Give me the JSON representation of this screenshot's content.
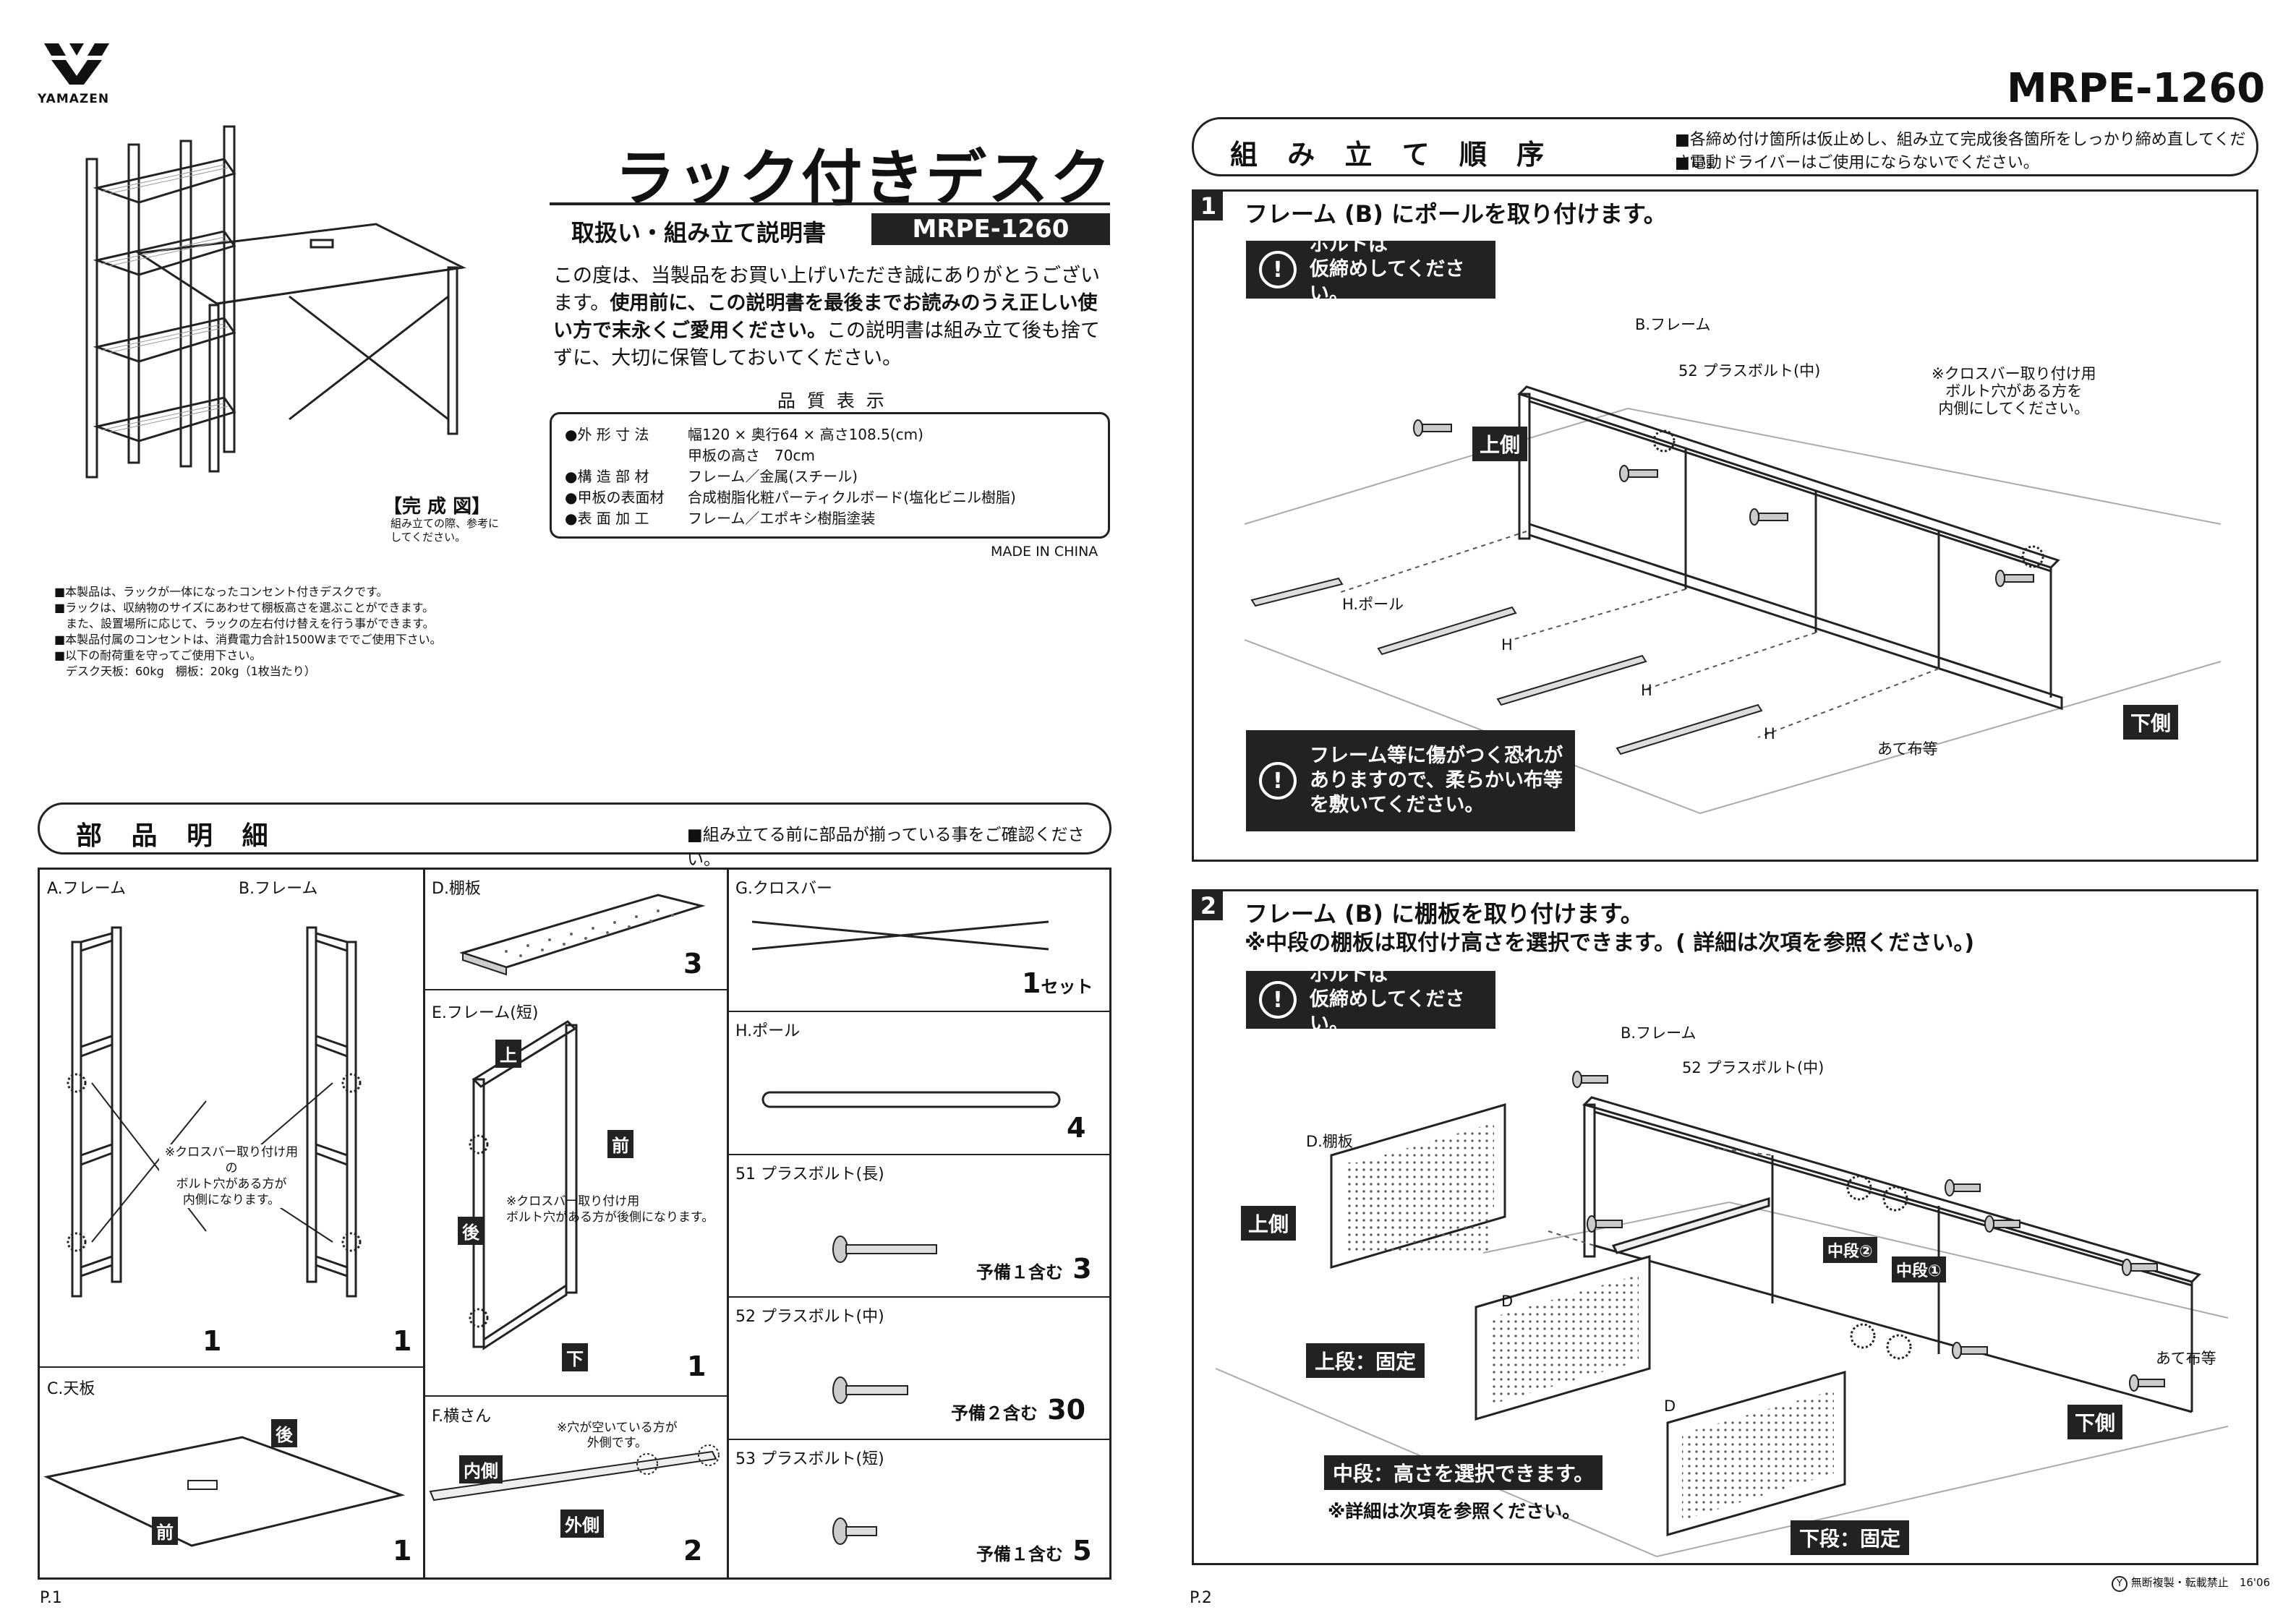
{
  "brand": {
    "name": "YAMAZEN"
  },
  "model_number": "MRPE-1260",
  "title": "ラック付きデスク",
  "subtitle": "取扱い・組み立て説明書",
  "subtitle_model": "MRPE-1260",
  "intro": {
    "line1": "この度は、当製品をお買い上げいただき誠にありがとうございます。",
    "bold": "使用前に、この説明書を最後までお読みのうえ正しい使い方で末永くご愛用ください。",
    "rest": "この説明書は組み立て後も捨てずに、大切に保管しておいてください。"
  },
  "quality": {
    "heading": "品 質 表 示",
    "rows": [
      {
        "label": "●外 形 寸 法",
        "value": "幅120 × 奥行64 × 高さ108.5(cm)"
      },
      {
        "label": "",
        "value": "甲板の高さ　70cm"
      },
      {
        "label": "●構 造 部 材",
        "value": "フレーム／金属(スチール)"
      },
      {
        "label": "●甲板の表面材",
        "value": "合成樹脂化粧パーティクルボード(塩化ビニル樹脂)"
      },
      {
        "label": "●表 面 加 工",
        "value": "フレーム／エポキシ樹脂塗装"
      }
    ],
    "origin": "MADE IN CHINA"
  },
  "completed": {
    "label": "【完 成 図】",
    "note": "組み立ての際、参考にしてください。"
  },
  "notes": [
    "■本製品は、ラックが一体になったコンセント付きデスクです。",
    "■ラックは、収納物のサイズにあわせて棚板高さを選ぶことができます。",
    "　また、設置場所に応じて、ラックの左右付け替えを行う事ができます。",
    "■本製品付属のコンセントは、消費電力合計1500Wまででご使用下さい。",
    "■以下の耐荷重を守ってご使用下さい。",
    "　デスク天板：60kg　棚板：20kg（1枚当たり）"
  ],
  "parts": {
    "heading": "部 品 明 細",
    "note": "■組み立てる前に部品が揃っている事をご確認ください。",
    "a_label": "A.フレーム",
    "a_qty": "1",
    "b_label": "B.フレーム",
    "b_qty": "1",
    "ab_note": "※クロスバー取り付け用の\nボルト穴がある方が\n内側になります。",
    "c_label": "C.天板",
    "c_qty": "1",
    "c_back": "後",
    "c_front": "前",
    "d_label": "D.棚板",
    "d_qty": "3",
    "e_label": "E.フレーム(短)",
    "e_qty": "1",
    "e_top": "上",
    "e_front": "前",
    "e_back": "後",
    "e_bottom": "下",
    "e_note": "※クロスバー取り付け用\nボルト穴がある方が後側になります。",
    "f_label": "F.横さん",
    "f_qty": "2",
    "f_note": "※穴が空いている方が\n外側です。",
    "f_in": "内側",
    "f_out": "外側",
    "g_label": "G.クロスバー",
    "g_qty": "1",
    "g_unit": "セット",
    "h_label": "H.ポール",
    "h_qty": "4",
    "b51_label": "51 プラスボルト(長)",
    "b51_spare": "予備１含む",
    "b51_qty": "3",
    "b52_label": "52 プラスボルト(中)",
    "b52_spare": "予備２含む",
    "b52_qty": "30",
    "b53_label": "53 プラスボルト(短)",
    "b53_spare": "予備１含む",
    "b53_qty": "5"
  },
  "page1": "P.1",
  "page2": "P.2",
  "assembly": {
    "heading": "組 み 立 て 順 序",
    "note1": "■各締め付け箇所は仮止めし、組み立て完成後各箇所をしっかり締め直してください。",
    "note2": "■電動ドライバーはご使用にならないでください。"
  },
  "step1": {
    "num": "1",
    "title": "フレーム (B) にポールを取り付けます。",
    "warn1": "ボルトは\n仮締めしてください。",
    "warn2": "フレーム等に傷がつく恐れが\nありますので、柔らかい布等\nを敷いてください。",
    "frame": "B.フレーム",
    "bolt": "52 プラスボルト(中)",
    "hole_note": "※クロスバー取り付け用\nボルト穴がある方を\n内側にしてください。",
    "top": "上側",
    "bottom": "下側",
    "pole": "H.ポール",
    "h": "H",
    "cloth": "あて布等",
    "bolt_num": "52"
  },
  "step2": {
    "num": "2",
    "title": "フレーム (B) に棚板を取り付けます。",
    "sub": "※中段の棚板は取付け高さを選択できます。( 詳細は次項を参照ください。)",
    "warn1": "ボルトは\n仮締めしてください。",
    "frame": "B.フレーム",
    "bolt": "52 プラスボルト(中)",
    "shelf": "D.棚板",
    "d": "D",
    "top": "上側",
    "bottom": "下側",
    "mid2": "中段②",
    "mid1": "中段①",
    "upper": "上段：固定",
    "middle": "中段：高さを選択できます。",
    "middle_note": "※詳細は次項を参照ください。",
    "lower": "下段：固定",
    "cloth": "あて布等",
    "bolt_num": "52"
  },
  "footer": {
    "copyright": "無断複製・転載禁止",
    "date": "16'06"
  }
}
